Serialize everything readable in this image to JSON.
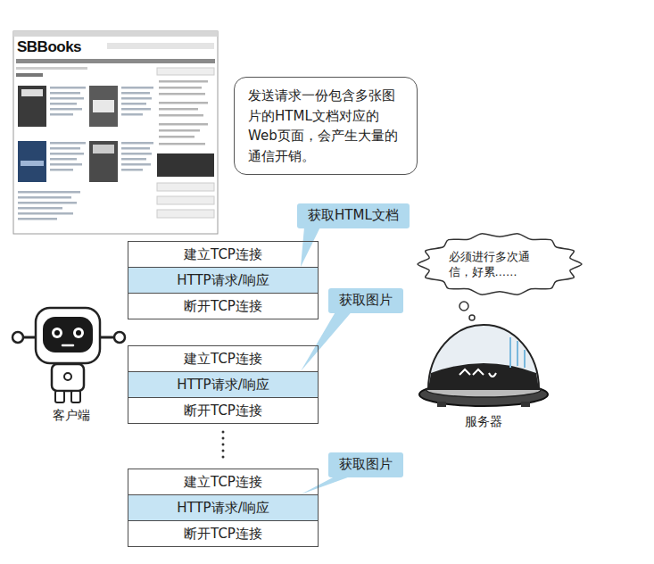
{
  "diagram": {
    "nodes": [
      {
        "text": [
          "发送请求一份包含多张图片的HTML文档对应的Web页面，会产生大量的通信开销。"
        ]
      },
      {
        "text": [
          "获取HTML文档"
        ]
      },
      {
        "text": [
          "建立TCP连接"
        ]
      },
      {
        "text": [
          "HTTP请求/响应"
        ]
      },
      {
        "text": [
          "断开TCP连接"
        ]
      },
      {
        "text": [
          "获取图片"
        ]
      },
      {
        "text": [
          "建立TCP连接"
        ]
      },
      {
        "text": [
          "HTTP请求/响应"
        ]
      },
      {
        "text": [
          "断开TCP连接"
        ]
      },
      {
        "text": [
          "获取图片"
        ]
      },
      {
        "text": [
          "建立TCP连接"
        ]
      },
      {
        "text": [
          "HTTP请求/响应"
        ]
      },
      {
        "text": [
          "断开TCP连接"
        ]
      },
      {
        "text": [
          "必须进行多次通信，好累……"
        ]
      }
    ],
    "edges": [
      {
        "from": 1,
        "to": 3,
        "arrow": "none"
      },
      {
        "from": 5,
        "to": 7,
        "arrow": "none"
      },
      {
        "from": 9,
        "to": 11,
        "arrow": "none"
      }
    ],
    "labels": [
      "SBBooks",
      "客户端",
      "服务器"
    ]
  }
}
